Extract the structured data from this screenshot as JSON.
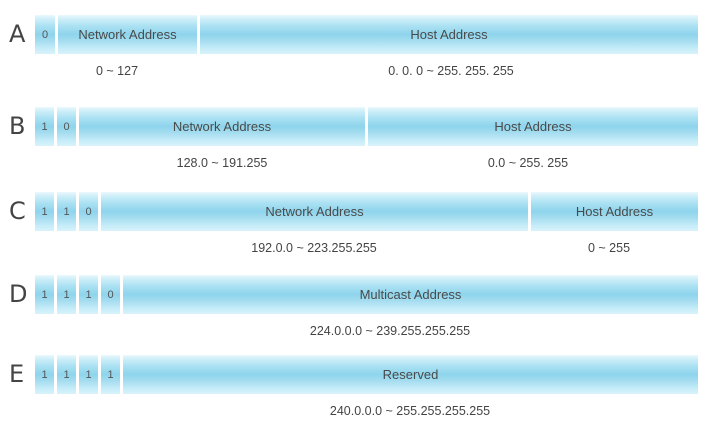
{
  "classes": [
    {
      "letter": "A",
      "bits": [
        "0"
      ],
      "fields": [
        "Network Address",
        "Host Address"
      ],
      "ranges": [
        "0 ~ 127",
        "0. 0. 0 ~ 255. 255. 255"
      ]
    },
    {
      "letter": "B",
      "bits": [
        "1",
        "0"
      ],
      "fields": [
        "Network Address",
        "Host Address"
      ],
      "ranges": [
        "128.0 ~ 191.255",
        "0.0 ~ 255. 255"
      ]
    },
    {
      "letter": "C",
      "bits": [
        "1",
        "1",
        "0"
      ],
      "fields": [
        "Network Address",
        "Host Address"
      ],
      "ranges": [
        "192.0.0 ~ 223.255.255",
        "0 ~ 255"
      ]
    },
    {
      "letter": "D",
      "bits": [
        "1",
        "1",
        "1",
        "0"
      ],
      "fields": [
        "Multicast Address"
      ],
      "ranges": [
        "224.0.0.0 ~ 239.255.255.255"
      ]
    },
    {
      "letter": "E",
      "bits": [
        "1",
        "1",
        "1",
        "1"
      ],
      "fields": [
        "Reserved"
      ],
      "ranges": [
        "240.0.0.0 ~ 255.255.255.255"
      ]
    }
  ]
}
